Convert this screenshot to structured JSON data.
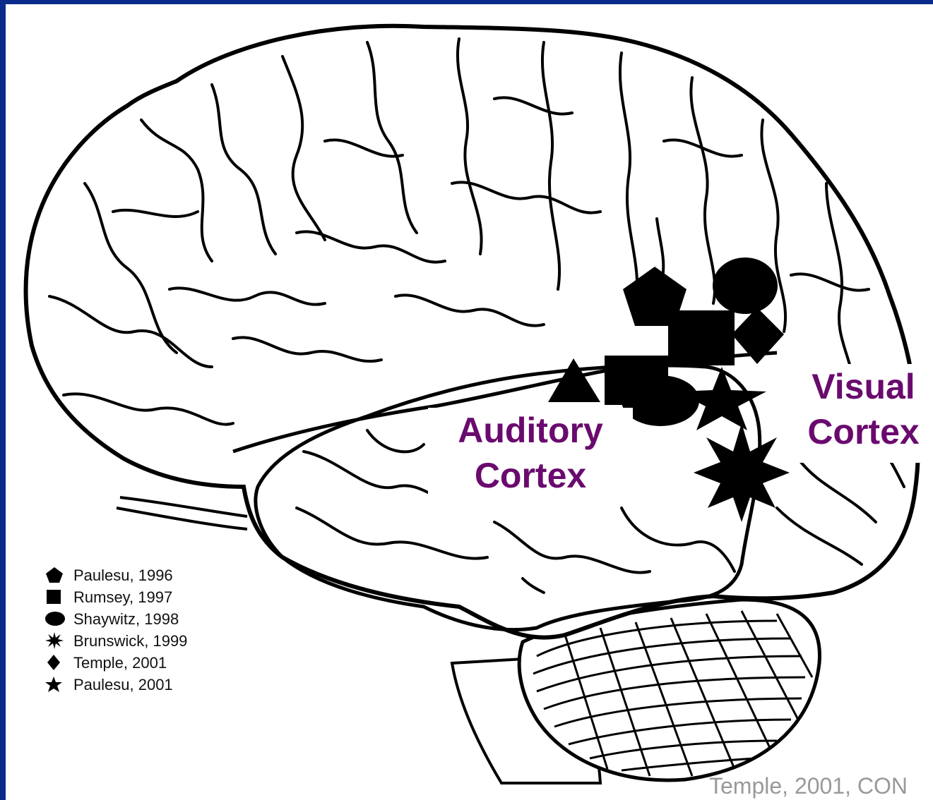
{
  "labels": {
    "auditory_line1": "Auditory",
    "auditory_line2": "Cortex",
    "visual_line1": "Visual",
    "visual_line2": "Cortex"
  },
  "legend": [
    {
      "icon": "pentagon-icon",
      "text": "Paulesu, 1996"
    },
    {
      "icon": "square-icon",
      "text": "Rumsey, 1997"
    },
    {
      "icon": "ellipse-icon",
      "text": "Shaywitz, 1998"
    },
    {
      "icon": "starburst-icon",
      "text": "Brunswick, 1999"
    },
    {
      "icon": "diamond-icon",
      "text": "Temple, 2001"
    },
    {
      "icon": "star-icon",
      "text": "Paulesu, 2001"
    }
  ],
  "citation": "Temple, 2001, CON",
  "colors": {
    "frame": "#0a2a8c",
    "label": "#6a0a6e",
    "citation": "#999999"
  }
}
